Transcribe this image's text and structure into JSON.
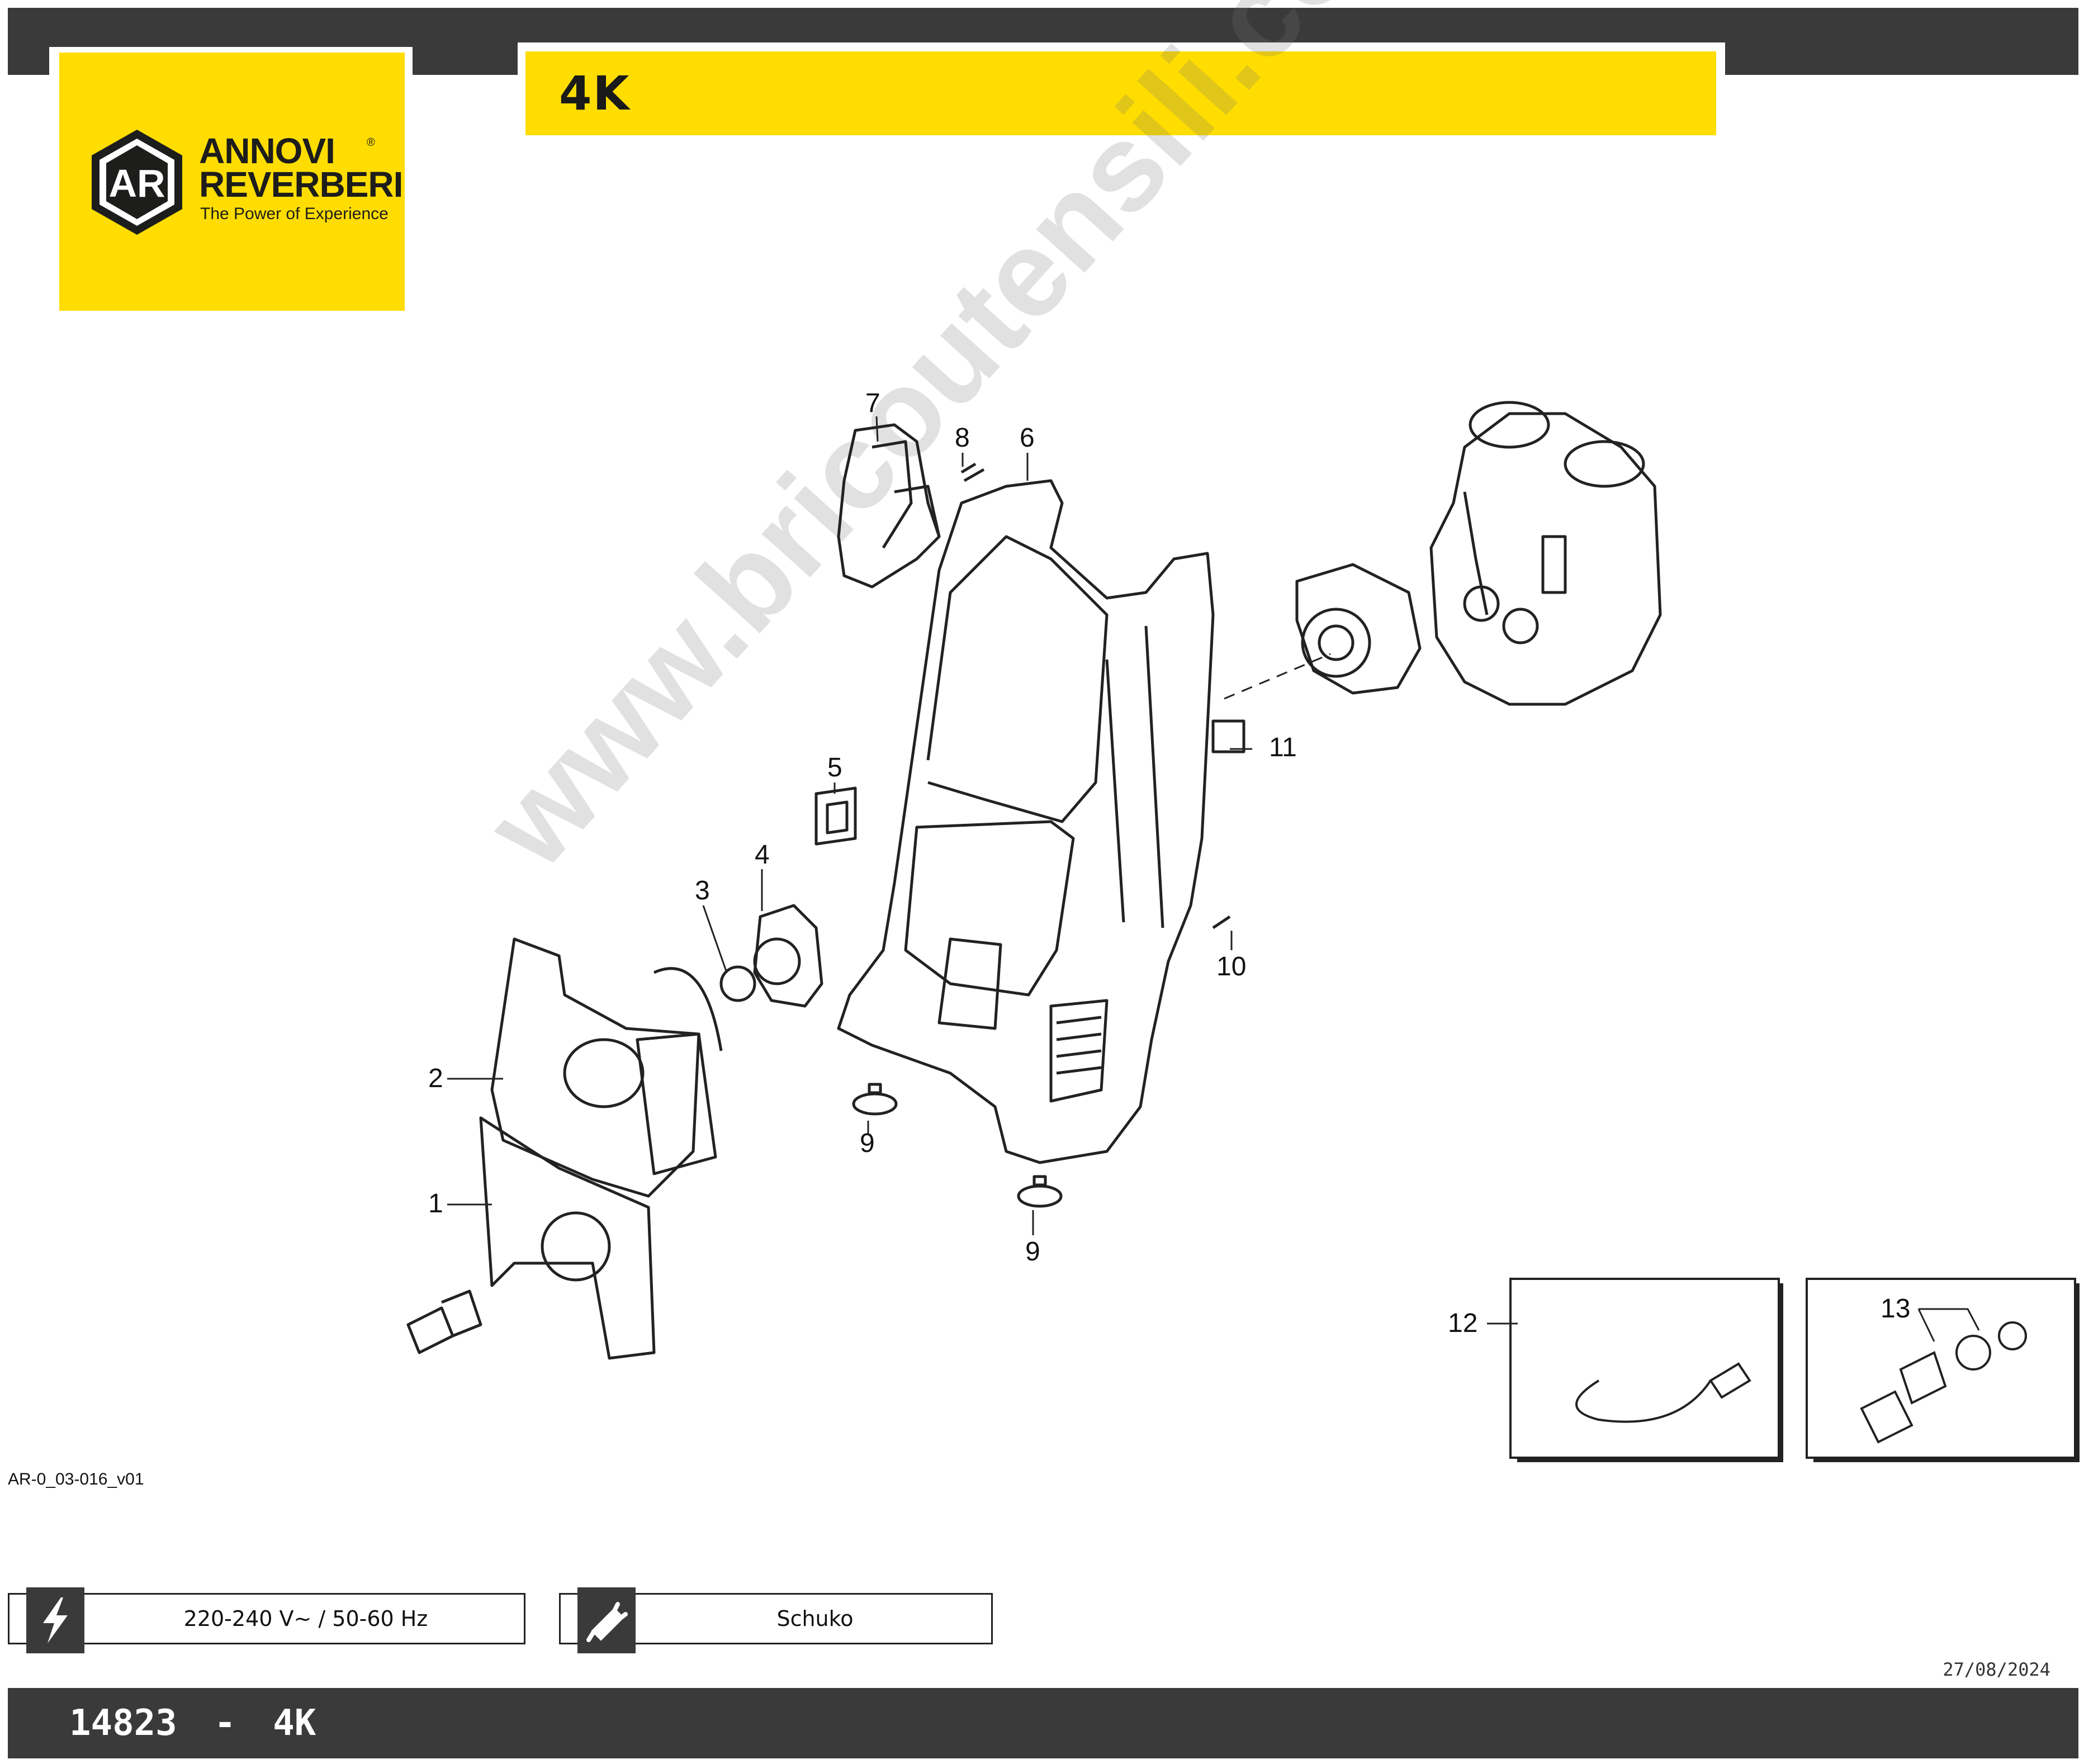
{
  "header": {
    "title": "4K",
    "brand_line1": "ANNOVI",
    "brand_line2": "REVERBERI",
    "slogan": "The Power of Experience",
    "registered": "®",
    "logo_letters": "AR"
  },
  "diagram": {
    "watermark": "www.bricoutensili.com",
    "labels": [
      "1",
      "2",
      "3",
      "4",
      "5",
      "6",
      "7",
      "8",
      "9",
      "9",
      "10",
      "11",
      "12",
      "13"
    ],
    "doc_ref": "AR-0_03-016_v01"
  },
  "specs": {
    "voltage": "220-240 V~ / 50-60 Hz",
    "plug": "Schuko",
    "voltage_icon": "lightning-icon",
    "plug_icon": "plug-icon"
  },
  "footer": {
    "date": "27/08/2024",
    "model_code": "14823",
    "separator": "-",
    "model_name": "4K"
  },
  "colors": {
    "accent": "#ffdd00",
    "bar": "#3a3a3a"
  }
}
